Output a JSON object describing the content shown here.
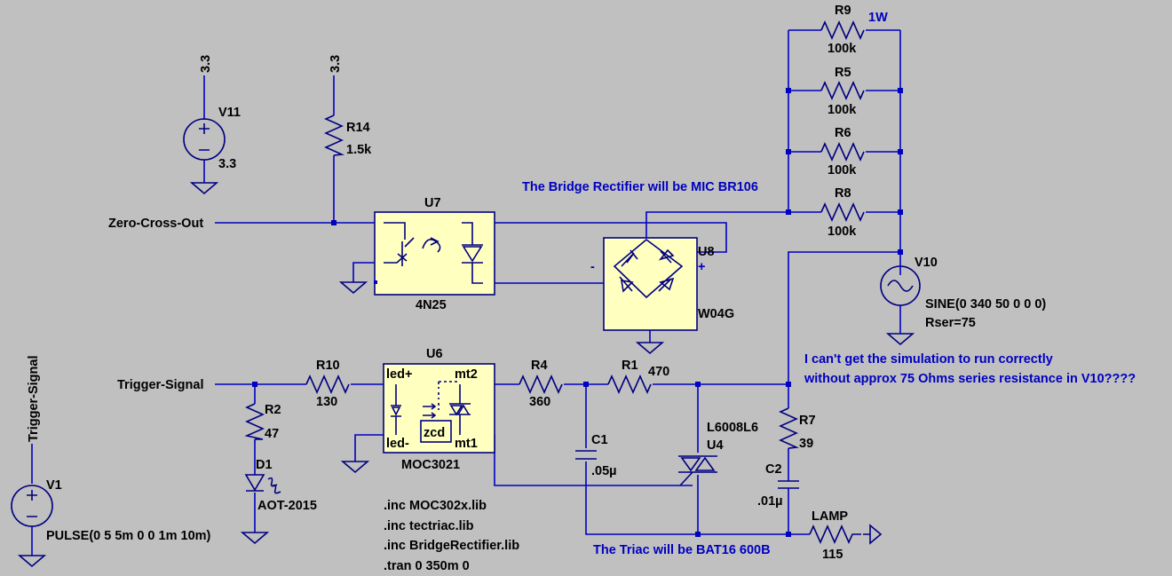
{
  "labels": {
    "r9_name": "R9",
    "r9_val": "100k",
    "r9_power": "1W",
    "r5_name": "R5",
    "r5_val": "100k",
    "r6_name": "R6",
    "r6_val": "100k",
    "r8_name": "R8",
    "r8_val": "100k",
    "v11_name": "V11",
    "v11_val": "3.3",
    "v11_node": "3.3",
    "r14_node": "3.3",
    "r14_name": "R14",
    "r14_val": "1.5k",
    "zero_cross": "Zero-Cross-Out",
    "u7_name": "U7",
    "u7_part": "4N25",
    "u8_name": "U8",
    "u8_part": "W04G",
    "u8_minus": "-",
    "u8_plus": "+",
    "v10_name": "V10",
    "v10_val": "SINE(0 340 50 0 0 0)",
    "v10_rser": "Rser=75",
    "trigger_node_v": "Trigger-Signal",
    "trigger_node_h": "Trigger-Signal",
    "r10_name": "R10",
    "r10_val": "130",
    "r2_name": "R2",
    "r2_val": "47",
    "d1_name": "D1",
    "d1_part": "AOT-2015",
    "v1_name": "V1",
    "v1_val": "PULSE(0 5 5m 0 0 1m 10m)",
    "u6_name": "U6",
    "u6_part": "MOC3021",
    "u6_led_p": "led+",
    "u6_led_n": "led-",
    "u6_mt2": "mt2",
    "u6_mt1": "mt1",
    "u6_zcd": "zcd",
    "r4_name": "R4",
    "r4_val": "360",
    "r1_name": "R1",
    "r1_val": "470",
    "c1_name": "C1",
    "c1_val": ".05µ",
    "u4_name": "U4",
    "u4_part": "L6008L6",
    "r7_name": "R7",
    "r7_val": "39",
    "c2_name": "C2",
    "c2_val": ".01µ",
    "lamp_name": "LAMP",
    "lamp_val": "115"
  },
  "notes": {
    "bridge": "The Bridge Rectifier will be MIC BR106",
    "sim_line1": "I can't get the simulation to run correctly",
    "sim_line2": "without approx 75 Ohms series resistance in V10????",
    "triac": "The Triac will be BAT16 600B"
  },
  "directives": [
    ".inc MOC302x.lib",
    ".inc tectriac.lib",
    ".inc BridgeRectifier.lib",
    ".tran 0 350m 0"
  ],
  "colors": {
    "background": "#c0c0c0",
    "wire": "#0000c0",
    "component": "#000080",
    "symbol_fill": "#ffffc0",
    "note_text": "#0000c0"
  }
}
